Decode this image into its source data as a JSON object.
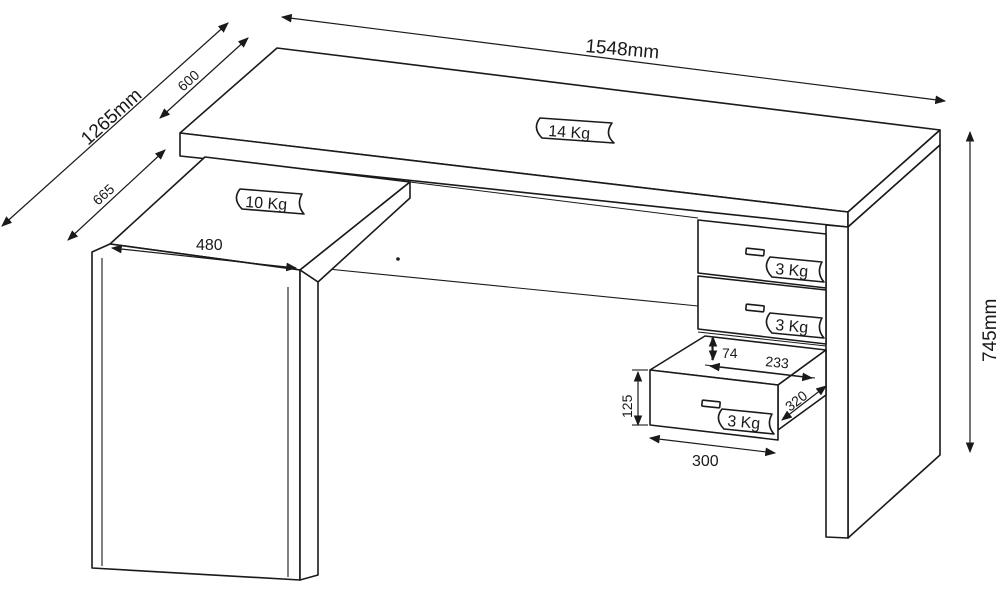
{
  "dimensions": {
    "total_width": "1548mm",
    "total_depth": "1265mm",
    "top_depth": "600",
    "return_length": "665",
    "return_width": "480",
    "height": "745mm",
    "drawer_inner_height": "74",
    "drawer_inner_width": "233",
    "drawer_front_height": "125",
    "drawer_depth": "320",
    "drawer_width": "300"
  },
  "loads": {
    "main_top": "14 Kg",
    "return_top": "10 Kg",
    "drawer_1": "3 Kg",
    "drawer_2": "3 Kg",
    "drawer_3": "3 Kg"
  }
}
